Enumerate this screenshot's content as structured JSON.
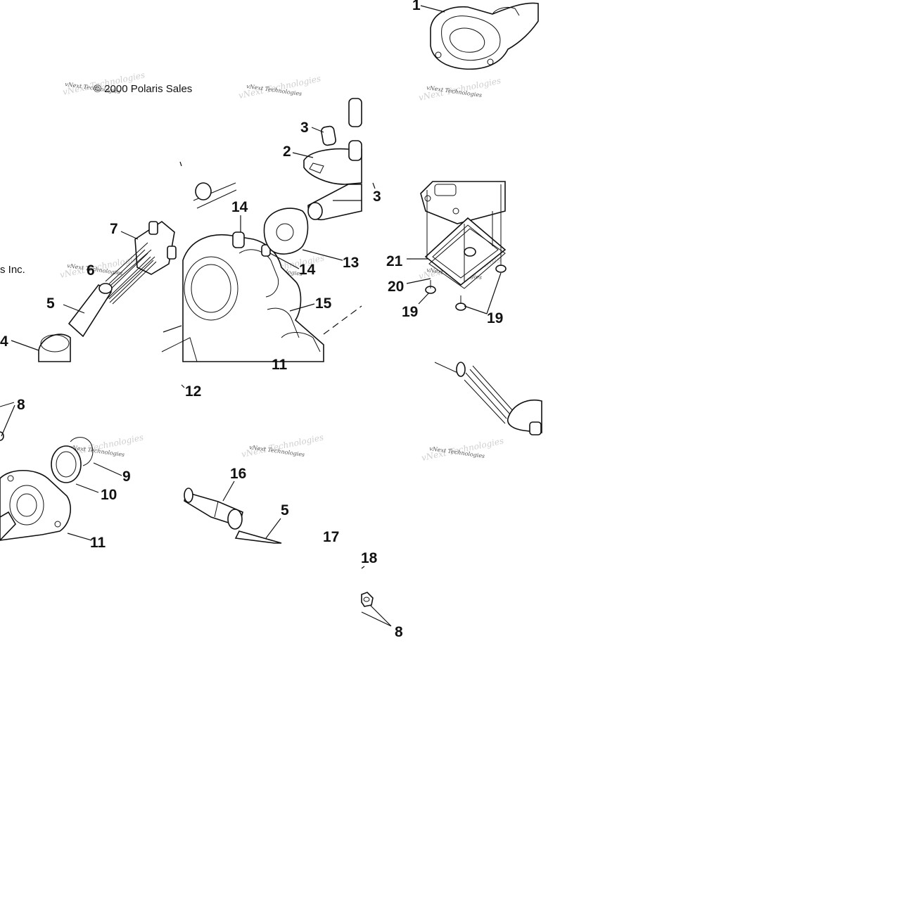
{
  "diagram": {
    "copyright_fragment_1": "© 2000 Polaris Sales",
    "copyright_fragment_2": "s Inc.",
    "watermark_text": "vNext Technologies",
    "callouts": [
      "1",
      "2",
      "3",
      "3",
      "4",
      "5",
      "5",
      "6",
      "7",
      "8",
      "8",
      "9",
      "10",
      "11",
      "11",
      "12",
      "13",
      "14",
      "14",
      "15",
      "16",
      "17",
      "18",
      "19",
      "19",
      "20",
      "21"
    ]
  }
}
